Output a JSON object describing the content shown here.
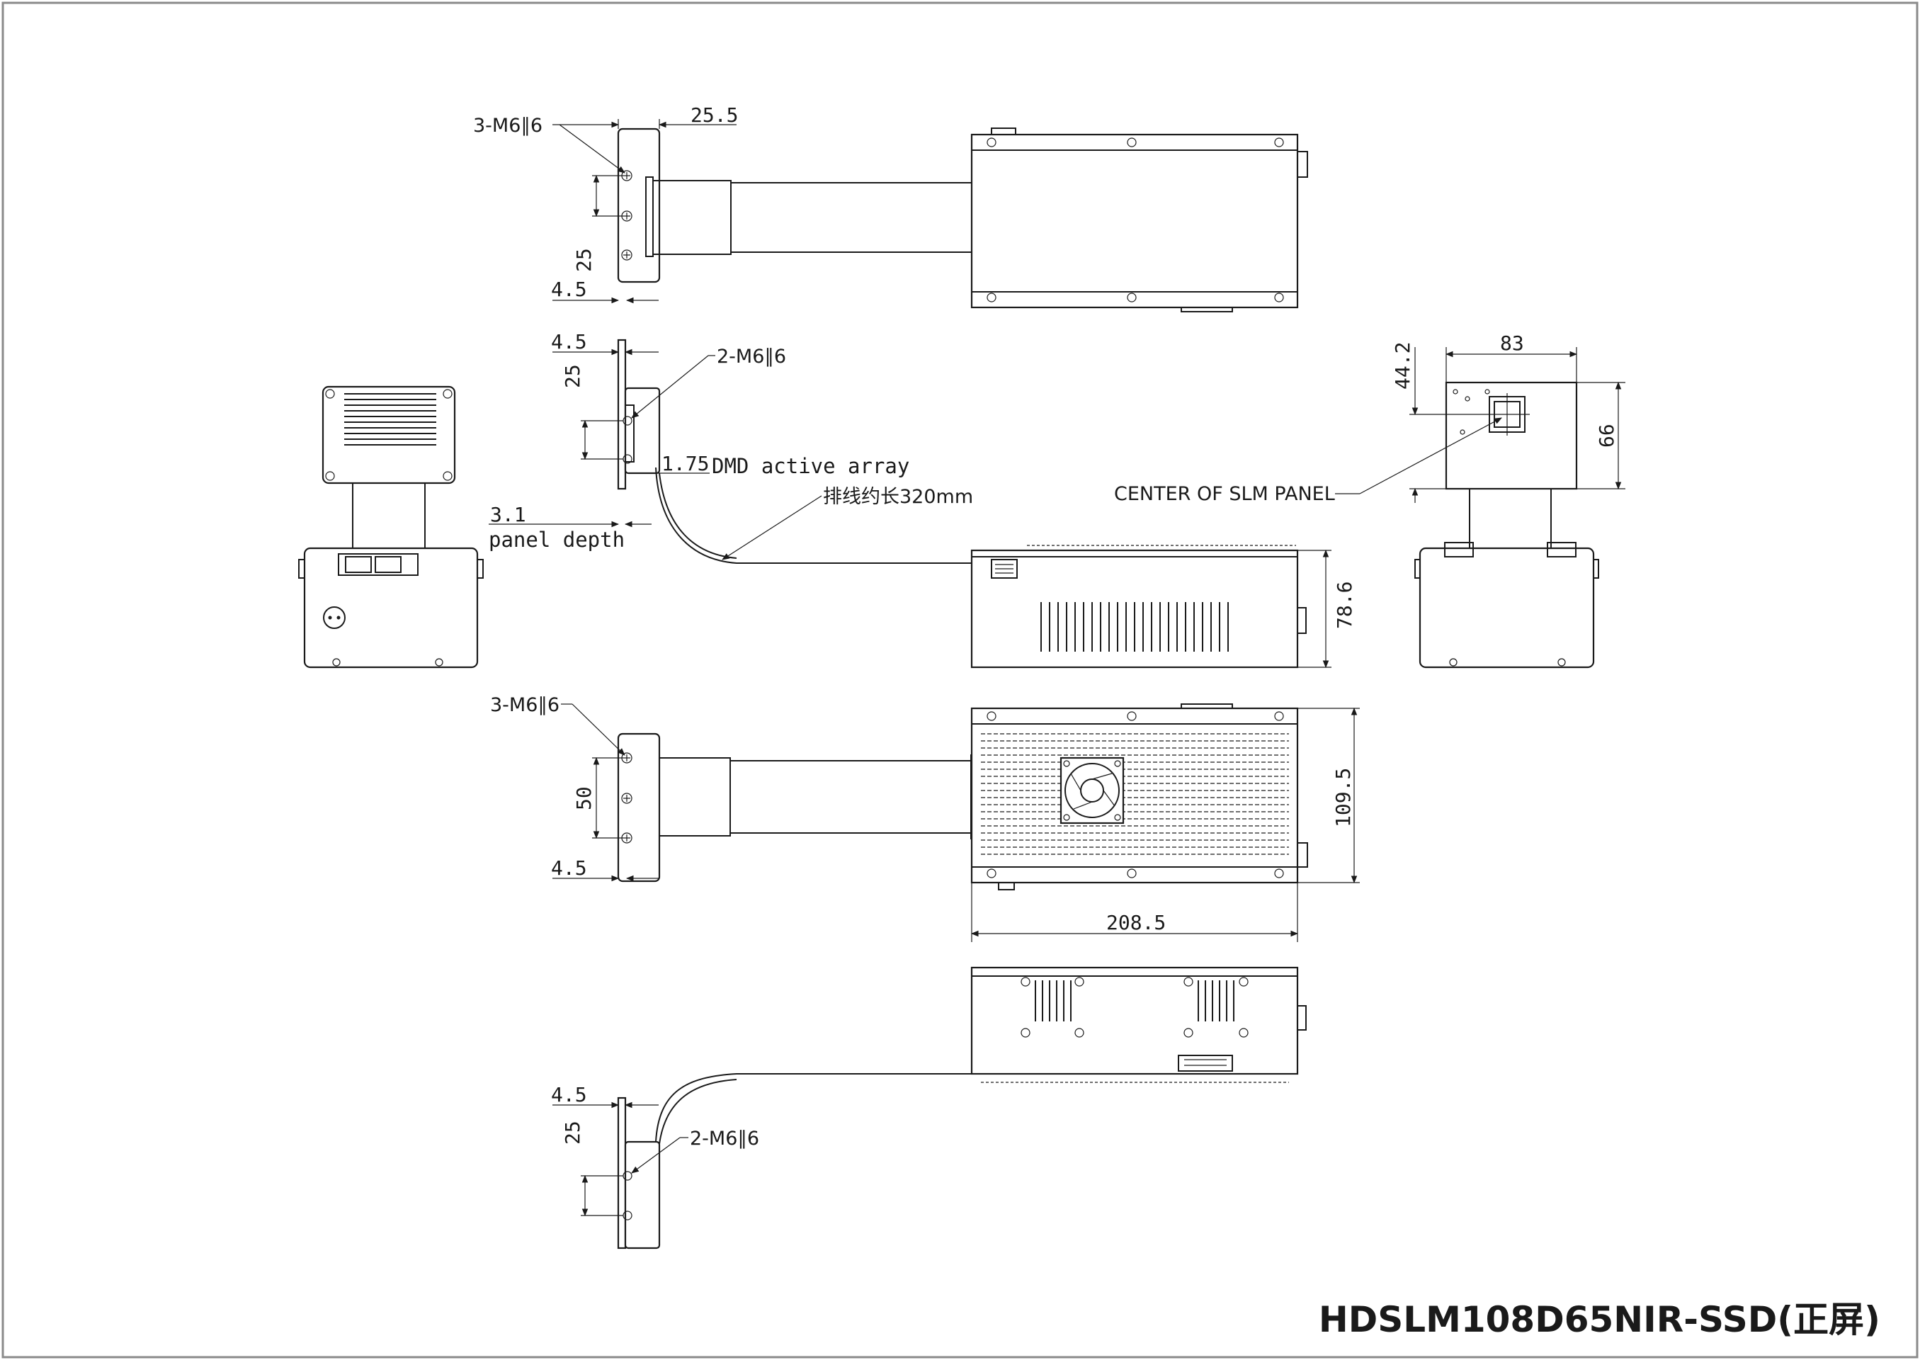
{
  "title": "HDSLM108D65NIR-SSD(正屏)",
  "labels": {
    "thread_3m6_top": "3-M6∥6",
    "thread_2m6_mid": "2-M6∥6",
    "thread_3m6_lower": "3-M6∥6",
    "thread_2m6_bottom": "2-M6∥6",
    "dmd_active_array": "DMD active array",
    "panel_depth": "panel depth",
    "cable_length": "排线约长320mm",
    "center_of_slm_panel": "CENTER OF SLM PANEL"
  },
  "dimensions": {
    "d_25_5": "25.5",
    "d_25_top": "25",
    "d_4_5_top": "4.5",
    "d_4_5_mid": "4.5",
    "d_25_mid": "25",
    "d_1_75": "1.75",
    "d_3_1": "3.1",
    "d_83": "83",
    "d_44_2": "44.2",
    "d_66": "66",
    "d_78_6": "78.6",
    "d_50": "50",
    "d_4_5_lower": "4.5",
    "d_109_5": "109.5",
    "d_208_5": "208.5",
    "d_4_5_bottom": "4.5",
    "d_25_bottom": "25"
  }
}
